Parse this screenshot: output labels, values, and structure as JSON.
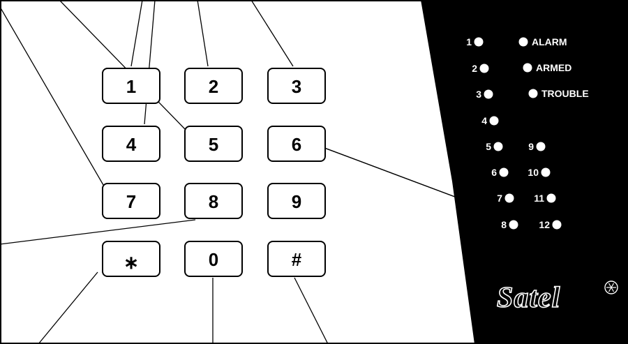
{
  "keypad": {
    "keys": [
      {
        "label": "1"
      },
      {
        "label": "2"
      },
      {
        "label": "3"
      },
      {
        "label": "4"
      },
      {
        "label": "5"
      },
      {
        "label": "6"
      },
      {
        "label": "7"
      },
      {
        "label": "8"
      },
      {
        "label": "9"
      },
      {
        "label": "∗"
      },
      {
        "label": "0"
      },
      {
        "label": "#"
      }
    ]
  },
  "panel": {
    "color": "#000000",
    "status_leds": [
      {
        "label": "ALARM"
      },
      {
        "label": "ARMED"
      },
      {
        "label": "TROUBLE"
      }
    ],
    "zone_leds": [
      {
        "num": "1"
      },
      {
        "num": "2"
      },
      {
        "num": "3"
      },
      {
        "num": "4"
      },
      {
        "num": "5"
      },
      {
        "num": "6"
      },
      {
        "num": "7"
      },
      {
        "num": "8"
      },
      {
        "num": "9"
      },
      {
        "num": "10"
      },
      {
        "num": "11"
      },
      {
        "num": "12"
      }
    ],
    "brand": "Satel",
    "brand_mark": "snowflake-logo-icon"
  }
}
